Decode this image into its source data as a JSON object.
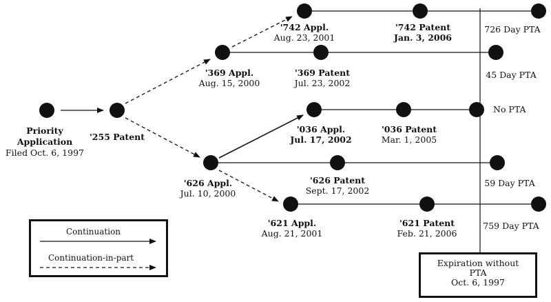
{
  "nodes": {
    "priority": {
      "title_line1": "Priority",
      "title_line2": "Application",
      "date": "Filed Oct. 6, 1997"
    },
    "p255": {
      "title": "'255 Patent"
    },
    "a369": {
      "title": "'369 Appl.",
      "date": "Aug. 15, 2000"
    },
    "a742": {
      "title": "'742 Appl.",
      "date": "Aug. 23, 2001"
    },
    "p742": {
      "title": "'742 Patent",
      "date": "Jan. 3, 2006"
    },
    "p369": {
      "title": "'369 Patent",
      "date": "Jul. 23, 2002"
    },
    "a036": {
      "title": "'036 Appl.",
      "date": "Jul. 17, 2002"
    },
    "p036": {
      "title": "'036 Patent",
      "date": "Mar. 1, 2005"
    },
    "a626": {
      "title": "'626 Appl.",
      "date": "Jul. 10, 2000"
    },
    "p626": {
      "title": "'626 Patent",
      "date": "Sept. 17, 2002"
    },
    "a621": {
      "title": "'621 Appl.",
      "date": "Aug. 21, 2001"
    },
    "p621": {
      "title": "'621 Patent",
      "date": "Feb. 21, 2006"
    }
  },
  "pta": {
    "p742": "726 Day PTA",
    "p369": "45 Day PTA",
    "p036": "No PTA",
    "p626": "59 Day PTA",
    "p621": "759 Day PTA"
  },
  "legend": {
    "continuation": "Continuation",
    "cip": "Continuation-in-part"
  },
  "expiration": {
    "line1": "Expiration without",
    "line2": "PTA",
    "line3": "Oct. 6, 1997"
  }
}
